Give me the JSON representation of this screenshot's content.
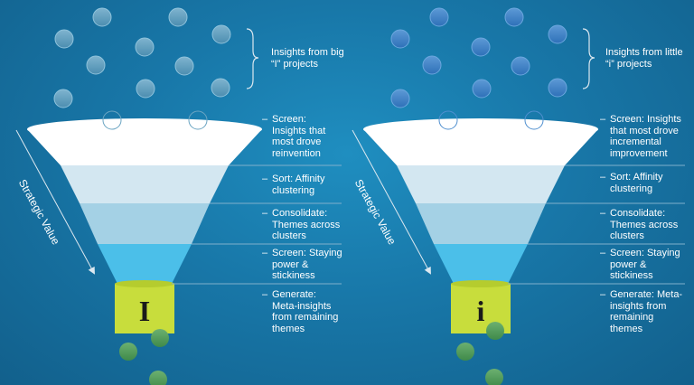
{
  "left_funnel": {
    "top_label": "Insights from big “I” projects",
    "axis_label": "Strategic Value",
    "letter": "I",
    "stages": [
      "Screen: Insights that most drove reinvention",
      "Sort: Affinity clustering",
      "Consolidate: Themes across clusters",
      "Screen: Staying power & stickiness",
      "Generate: Meta-insights from remaining themes"
    ]
  },
  "right_funnel": {
    "top_label": "Insights from little “i” projects",
    "axis_label": "Strategic Value",
    "letter": "i",
    "stages": [
      "Screen: Insights that most drove incremental improvement",
      "Sort: Affinity clustering",
      "Consolidate: Themes across clusters",
      "Screen: Staying power & stickiness",
      "Generate: Meta-insights from remaining themes"
    ]
  },
  "colors": {
    "left_dots": "#5b9dbe",
    "right_dots": "#3d82c8",
    "out_dots": "#4f9a5a",
    "funnel_top": "#ffffff",
    "funnel_band2": "#cde4ef",
    "funnel_band3": "#9ccde2",
    "funnel_band4": "#45bde8",
    "spout": "#c8dd3c"
  }
}
